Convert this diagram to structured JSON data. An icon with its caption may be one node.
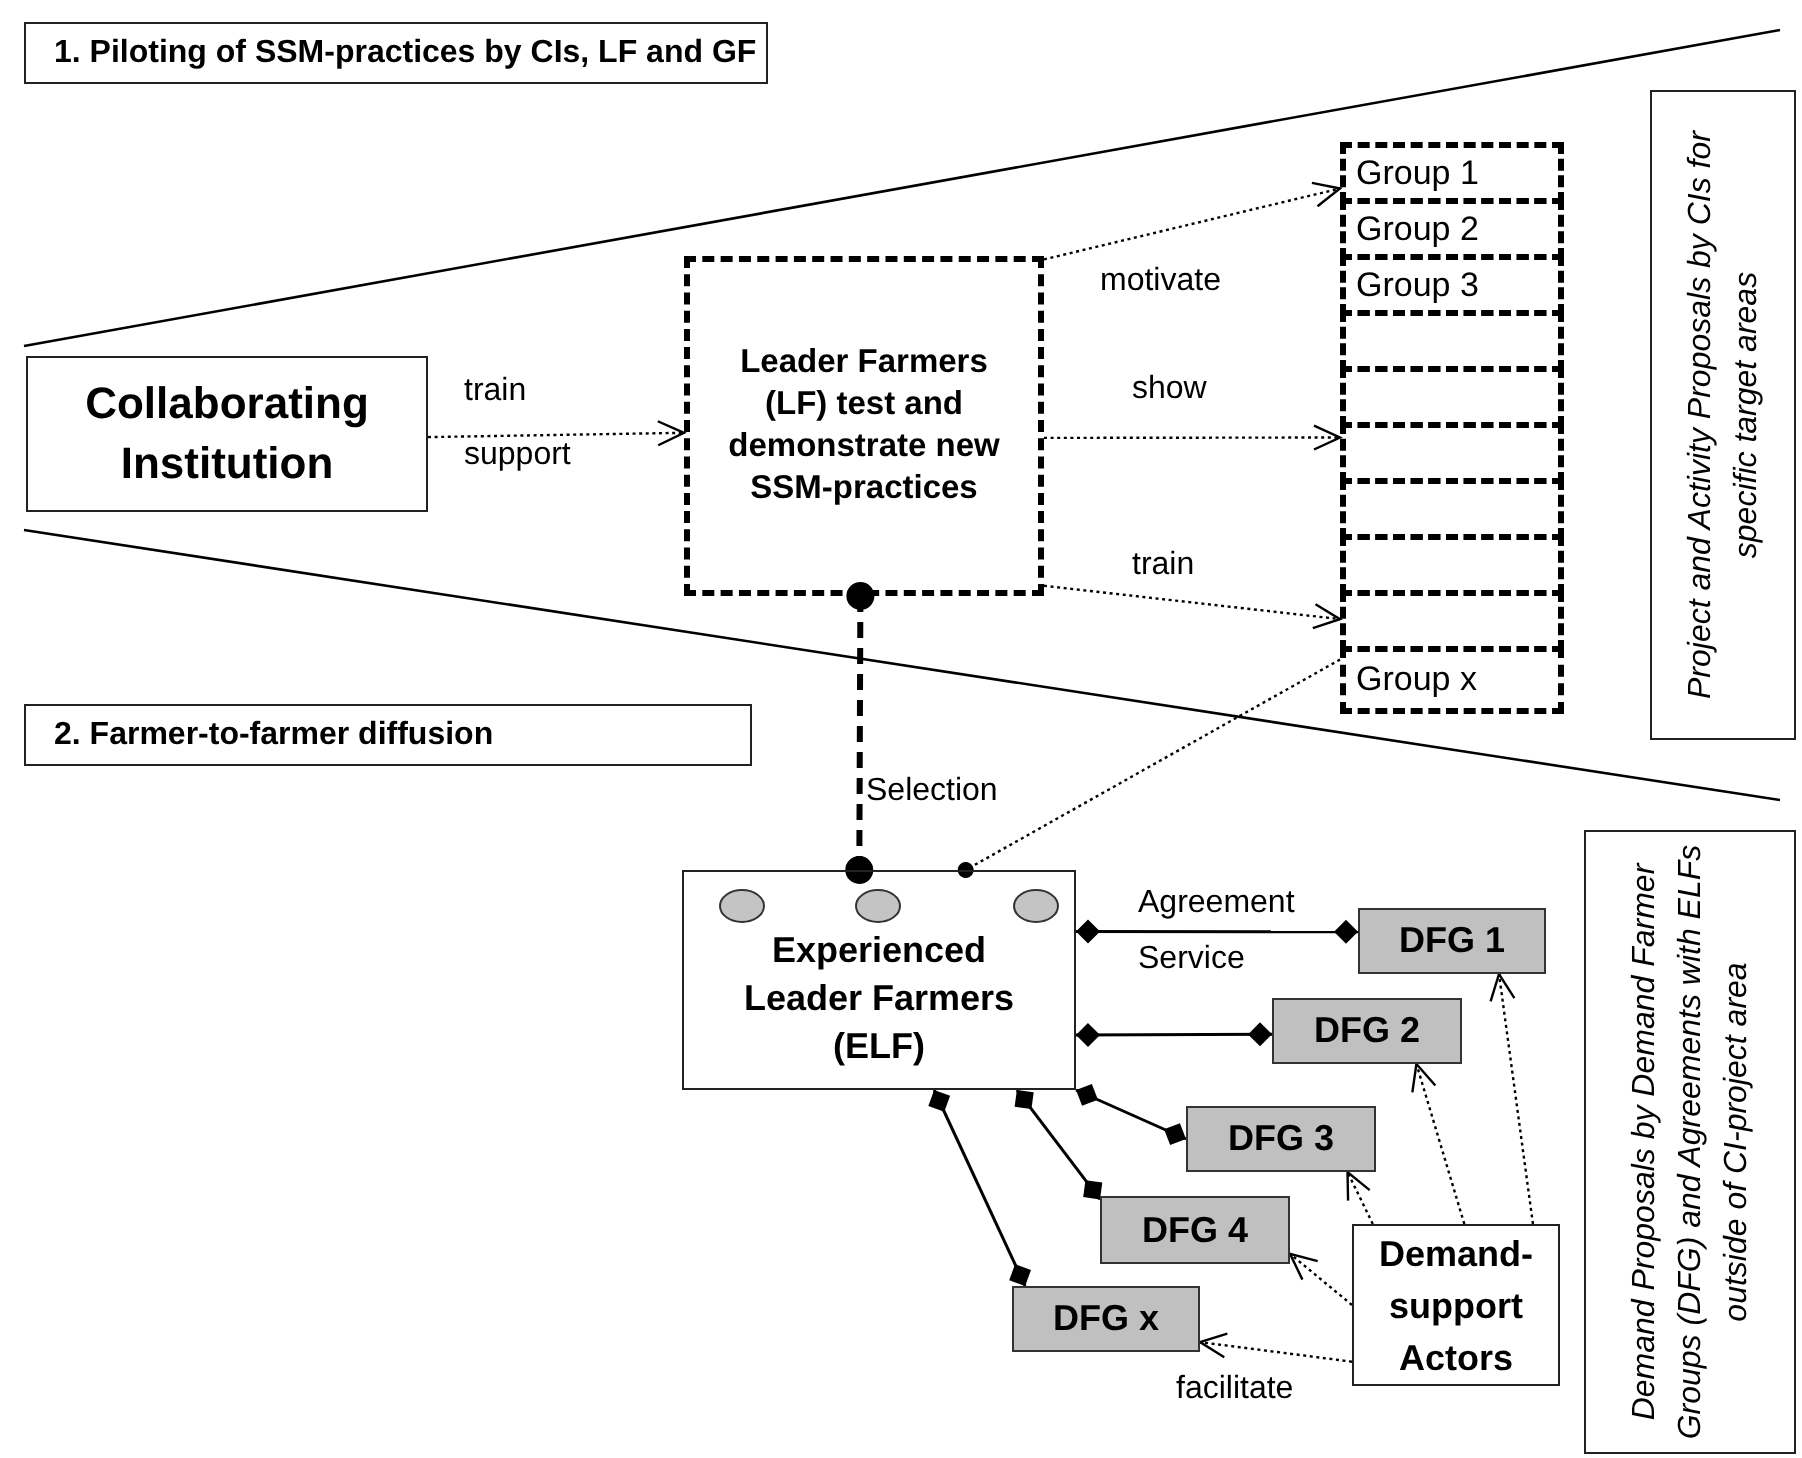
{
  "diagram": {
    "nodes": [
      {
        "text": [
          "1. Piloting of SSM-practices by CIs, LF and GF"
        ]
      },
      {
        "text": [
          "Collaborating Institution"
        ]
      },
      {
        "text": [
          "Leader Farmers (LF) test and demonstrate new SSM-practices"
        ]
      },
      {
        "text": [
          "Project and Activity Proposals by CIs for specific target areas"
        ]
      },
      {
        "text": [
          "Group 1"
        ]
      },
      {
        "text": [
          "Group 2"
        ]
      },
      {
        "text": [
          "Group 3"
        ]
      },
      {
        "text": [],
        "shape": "box"
      },
      {
        "text": [],
        "shape": "box"
      },
      {
        "text": [],
        "shape": "box"
      },
      {
        "text": [],
        "shape": "box"
      },
      {
        "text": [],
        "shape": "box"
      },
      {
        "text": [],
        "shape": "box"
      },
      {
        "text": [
          "Group x"
        ]
      },
      {
        "text": [
          "2. Farmer-to-farmer diffusion"
        ]
      },
      {
        "text": [
          "Experienced Leader Farmers (ELF)"
        ]
      },
      {
        "text": [],
        "shape": "circle",
        "in": 15
      },
      {
        "text": [],
        "shape": "circle",
        "in": 15
      },
      {
        "text": [],
        "shape": "circle",
        "in": 15
      },
      {
        "text": [
          "DFG 1"
        ]
      },
      {
        "text": [
          "DFG 2"
        ]
      },
      {
        "text": [
          "DFG 3"
        ]
      },
      {
        "text": [
          "DFG 4"
        ]
      },
      {
        "text": [
          "DFG x"
        ]
      },
      {
        "text": [
          "Demand-support Actors"
        ]
      },
      {
        "text": [
          "Demand Proposals by Demand Farmer Groups (DFG) and Agreements with ELFs outside of CI-project area"
        ]
      }
    ],
    "edges": [
      {
        "from": 1,
        "to": 2,
        "arrow": "to",
        "style": "dashed",
        "label": "train support"
      },
      {
        "from": 2,
        "to": 4,
        "arrow": "to",
        "style": "dashed",
        "label": "motivate"
      },
      {
        "from": 2,
        "to": 9,
        "arrow": "to",
        "style": "dashed",
        "label": "show"
      },
      {
        "from": 2,
        "to": 12,
        "arrow": "to",
        "style": "dashed",
        "label": "train"
      },
      {
        "from": 2,
        "to": 15,
        "arrow": "other",
        "style": "dashed",
        "label": "Selection"
      },
      {
        "from": 13,
        "to": 15,
        "arrow": "other",
        "style": "dashed"
      },
      {
        "from": 15,
        "to": 19,
        "arrow": "other",
        "label": "Agreement Service"
      },
      {
        "from": 15,
        "to": 20,
        "arrow": "other"
      },
      {
        "from": 15,
        "to": 21,
        "arrow": "other"
      },
      {
        "from": 15,
        "to": 22,
        "arrow": "other"
      },
      {
        "from": 15,
        "to": 23,
        "arrow": "other"
      },
      {
        "from": 24,
        "to": 19,
        "arrow": "to",
        "style": "dashed"
      },
      {
        "from": 24,
        "to": 20,
        "arrow": "to",
        "style": "dashed"
      },
      {
        "from": 24,
        "to": 21,
        "arrow": "to",
        "style": "dashed"
      },
      {
        "from": 24,
        "to": 22,
        "arrow": "to",
        "style": "dashed"
      },
      {
        "from": 24,
        "to": 23,
        "arrow": "to",
        "style": "dashed",
        "label": "facilitate"
      }
    ]
  }
}
